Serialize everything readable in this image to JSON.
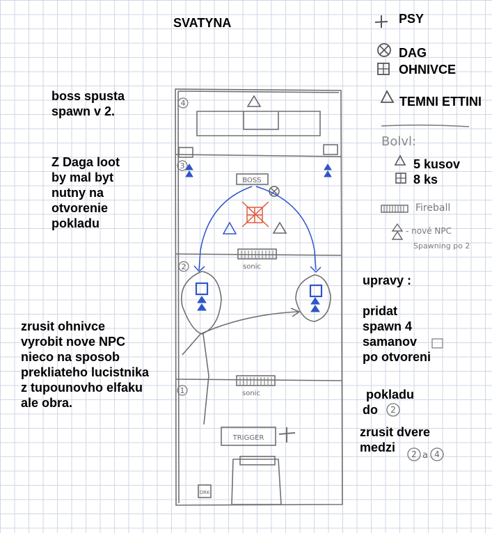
{
  "title": "SVATYNA",
  "legend": {
    "items": [
      {
        "icon": "plus-icon",
        "label": "PSY"
      },
      {
        "icon": "circle-x-icon",
        "label": "DAG"
      },
      {
        "icon": "boxed-plus-icon",
        "label": "OHNIVCE"
      },
      {
        "icon": "triangle-icon",
        "label": "TEMNI ETTINI"
      }
    ],
    "count_heading": "Bolvl:",
    "counts": [
      {
        "icon": "triangle-icon",
        "label": "5 kusov"
      },
      {
        "icon": "boxed-plus-icon",
        "label": "8 ks"
      }
    ],
    "fireball_label": "Fireball",
    "new_npc_label": "- nové NPC",
    "new_npc_sub": "Spawning po 2"
  },
  "notes": {
    "boss_spawn": "boss spusta\nspawn v 2.",
    "dag_loot": "Z Daga loot\nby mal byt\nnutny na\notvorenie\npokladu",
    "ohnivce": "zrusit ohnivce\nvyrobit nove NPC\nnieco na sposob\nprekliateho lucistnika\nz tupounovho elfaku\nale obra.",
    "upravy": "upravy :",
    "pridat": "pridat\nspawn 4\nsamanov\npo otvoreni",
    "pokladu": " pokladu\ndo",
    "pokladu_ref": "2",
    "dvere": "zrusit dvere\nmedzi",
    "dvere_ref_a": "2",
    "dvere_and": "a",
    "dvere_ref_b": "4"
  },
  "map": {
    "room_numbers": [
      "4",
      "3",
      "2",
      "1"
    ],
    "boss_label": "BOSS",
    "sonic_label_1": "sonic",
    "sonic_label_2": "sonic",
    "trigger_label": "TRIGGER",
    "corner_label": "DRK",
    "colors": {
      "pencil": "#6f6f6f",
      "blue": "#2f55c8",
      "red": "#e05a3a"
    }
  }
}
